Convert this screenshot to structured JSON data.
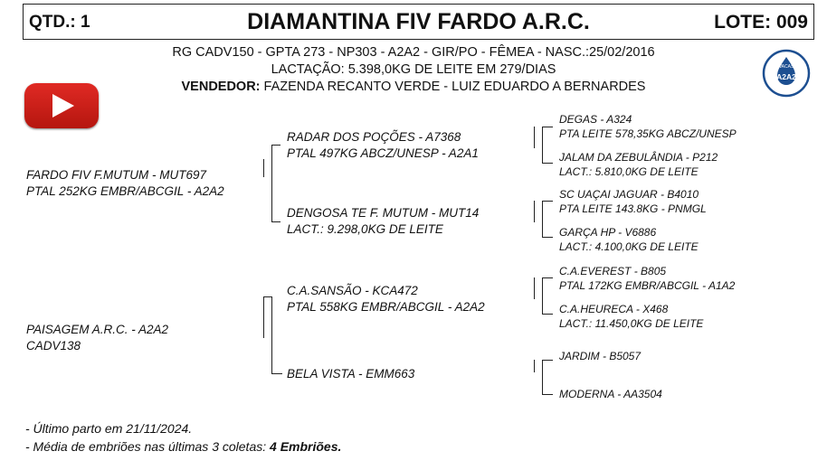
{
  "header": {
    "qtd": "QTD.: 1",
    "title": "DIAMANTINA FIV FARDO A.R.C.",
    "lote": "LOTE: 009"
  },
  "info": {
    "line1": "RG CADV150 - GPTA 273 - NP303 - A2A2 - GIR/PO - FÊMEA - NASC.:25/02/2016",
    "line2": "LACTAÇÃO: 5.398,0KG DE LEITE EM 279/DIAS",
    "seller_label": "VENDEDOR:",
    "seller_value": " FAZENDA RECANTO VERDE - LUIZ EDUARDO A BERNARDES"
  },
  "badge": {
    "top": "VACAS",
    "main": "A2A2",
    "icon": "milk-drop-icon"
  },
  "play_icon": "play-video-icon",
  "pedigree": {
    "sire": {
      "name": "FARDO FIV F.MUTUM - MUT697",
      "detail": "PTAL 252KG EMBR/ABCGIL - A2A2"
    },
    "dam": {
      "name": "PAISAGEM A.R.C. -  A2A2",
      "detail": "CADV138"
    },
    "sire_sire": {
      "name": "RADAR DOS POÇÕES - A7368",
      "detail": "PTAL 497KG ABCZ/UNESP - A2A1"
    },
    "sire_dam": {
      "name": "DENGOSA TE F. MUTUM - MUT14",
      "detail": "LACT.: 9.298,0KG DE LEITE"
    },
    "dam_sire": {
      "name": "C.A.SANSÃO - KCA472",
      "detail": "PTAL 558KG EMBR/ABCGIL - A2A2"
    },
    "dam_dam": {
      "name": "BELA VISTA - EMM663",
      "detail": ""
    },
    "ggp": [
      {
        "name": "DEGAS - A324",
        "detail": "PTA LEITE 578,35KG ABCZ/UNESP"
      },
      {
        "name": "JALAM DA ZEBULÂNDIA - P212",
        "detail": "LACT.: 5.810,0KG DE LEITE"
      },
      {
        "name": "SC UAÇAI JAGUAR - B4010",
        "detail": "PTA LEITE 143.8KG - PNMGL"
      },
      {
        "name": "GARÇA HP - V6886",
        "detail": "LACT.: 4.100,0KG DE LEITE"
      },
      {
        "name": "C.A.EVEREST - B805",
        "detail": "PTAL 172KG EMBR/ABCGIL - A1A2"
      },
      {
        "name": "C.A.HEURECA - X468",
        "detail": "LACT.: 11.450,0KG DE LEITE"
      },
      {
        "name": "JARDIM - B5057",
        "detail": ""
      },
      {
        "name": "MODERNA - AA3504",
        "detail": ""
      }
    ]
  },
  "footer": {
    "line1": "- Último parto em 21/11/2024.",
    "line2_prefix": "- Média de embriões nas últimas 3 coletas: ",
    "line2_bold": "4 Embriões."
  }
}
